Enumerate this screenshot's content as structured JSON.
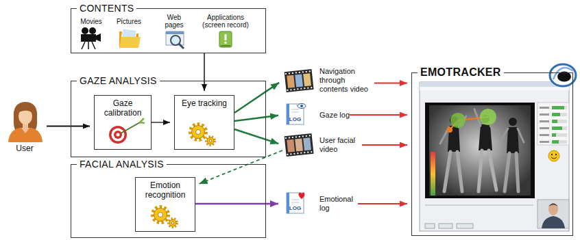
{
  "diagram": {
    "nodes": [
      {
        "text": [
          "CONTENTS"
        ]
      },
      {
        "text": [
          "User"
        ]
      },
      {
        "text": [
          "GAZE ANALYSIS"
        ]
      },
      {
        "text": [
          "Gaze calibration"
        ],
        "in": 2
      },
      {
        "text": [
          "Eye tracking"
        ],
        "in": 2
      },
      {
        "text": [
          "FACIAL ANALYSIS"
        ]
      },
      {
        "text": [
          "Emotion recognition"
        ],
        "in": 5
      },
      {
        "text": [
          "Navigation through contents video"
        ]
      },
      {
        "text": [
          "Gaze log"
        ]
      },
      {
        "text": [
          "User facial video"
        ]
      },
      {
        "text": [
          "Emotional log"
        ]
      },
      {
        "text": [
          "EMOTRACKER"
        ]
      }
    ],
    "edges": [
      {
        "from": 1,
        "to": 3,
        "arrow": "to"
      },
      {
        "from": 3,
        "to": 4,
        "arrow": "to"
      },
      {
        "from": 0,
        "to": 4,
        "arrow": "to"
      },
      {
        "from": 4,
        "to": 7,
        "arrow": "to"
      },
      {
        "from": 4,
        "to": 8,
        "arrow": "to"
      },
      {
        "from": 4,
        "to": 9,
        "arrow": "to"
      },
      {
        "from": 9,
        "to": 6,
        "arrow": "to"
      },
      {
        "from": 6,
        "to": 10,
        "arrow": "to"
      },
      {
        "from": 7,
        "to": 11,
        "arrow": "to"
      },
      {
        "from": 8,
        "to": 11,
        "arrow": "to"
      },
      {
        "from": 9,
        "to": 11,
        "arrow": "to"
      },
      {
        "from": 10,
        "to": 11,
        "arrow": "to"
      }
    ],
    "labels": [
      "Movies",
      "Pictures",
      "Web pages",
      "Applications (screen record)",
      "LOG",
      "LOG"
    ]
  }
}
